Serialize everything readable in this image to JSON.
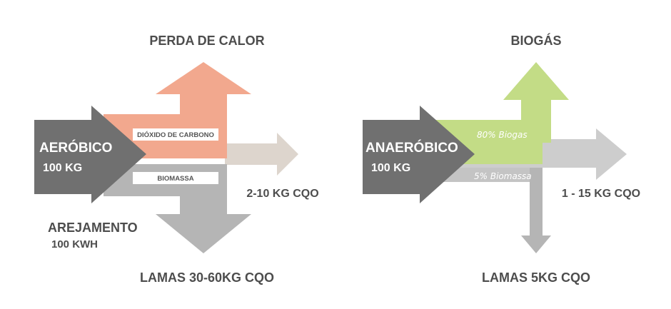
{
  "aerobic": {
    "title": "AERÓBICO",
    "input": "100 KG",
    "heat_label": "PERDA DE CALOR",
    "co2_label": "DIÓXIDO DE CARBONO",
    "biomass_label": "BIOMASSA",
    "effluent_label": "2-10 KG CQO",
    "sludge_label": "LAMAS 30-60KG CQO",
    "aeration_label": "AREJAMENTO",
    "aeration_value": "100 KWH"
  },
  "anaerobic": {
    "title": "ANAERÓBICO",
    "input": "100 KG",
    "biogas_label": "BIOGÁS",
    "biogas_pct": "80% Biogas",
    "biomass_pct": "5% Biomassa",
    "effluent_label": "1 - 15 KG CQO",
    "sludge_label": "LAMAS 5KG CQO"
  },
  "colors": {
    "input_arrow": "#707070",
    "heat": "#f2a88e",
    "biogas": "#c3dc86",
    "effluent": "#ddd5cd",
    "sludge": "#b5b5b5",
    "effluent_gray": "#cdcdcd",
    "text": "#4d4d4d"
  }
}
